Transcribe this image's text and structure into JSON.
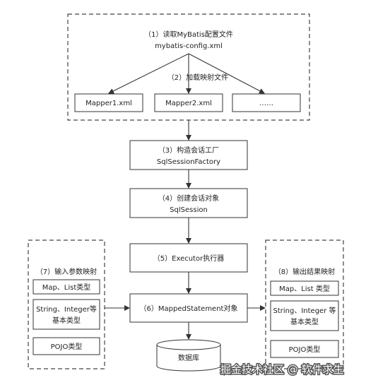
{
  "config": {
    "step_line1": "（1）读取MyBatis配置文件",
    "step_line2": "mybatis-config.xml",
    "load_label": "（2）加载映射文件",
    "mappers": [
      "Mapper1.xml",
      "Mapper2.xml",
      "……"
    ]
  },
  "factory": {
    "line1": "（3）构造会话工厂",
    "line2": "SqlSessionFactory"
  },
  "session": {
    "line1": "（4）创建会话对象",
    "line2": "SqlSession"
  },
  "executor": {
    "label": "（5）Executor执行器"
  },
  "mapped_statement": {
    "label": "（6）MappedStatement对象"
  },
  "database": {
    "label": "数据库"
  },
  "input_mapping": {
    "title": "（7）输入参数映射",
    "items": [
      {
        "line1": "Map、List类型",
        "line2": ""
      },
      {
        "line1": "String、Integer等",
        "line2": "基本类型"
      },
      {
        "line1": "POJO类型",
        "line2": ""
      }
    ]
  },
  "output_mapping": {
    "title": "（8）输出结果映射",
    "items": [
      {
        "line1": "Map、List 类型",
        "line2": ""
      },
      {
        "line1": "String、Integer 等",
        "line2": "基本类型"
      },
      {
        "line1": "POJO类型",
        "line2": ""
      }
    ]
  },
  "watermark": "掘金技术社区 @ 软件求生"
}
